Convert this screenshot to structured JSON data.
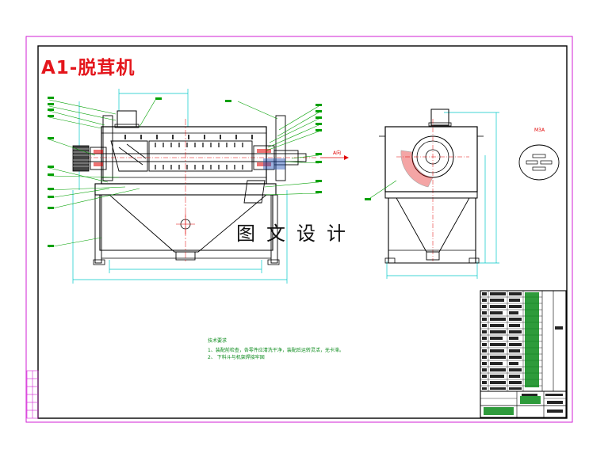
{
  "drawing": {
    "title": "A1-脱茸机",
    "watermark": "图文设计"
  },
  "colors": {
    "frame": "#d21fd6",
    "border": "#000000",
    "title": "#e4161c",
    "dimension": "#00c8c8",
    "leader": "#00a000",
    "centerline": "#e00000",
    "hatch": "#e00000",
    "notes": "#0a8a1a"
  },
  "tech_notes": {
    "heading": "技术要求",
    "lines": [
      "1、装配前检查，各零件应清洗干净，装配后运转灵活，无卡滞。",
      "2、 下料斗与机架焊接牢固"
    ]
  },
  "labels": {
    "direction_mark": "A向",
    "section_mark": "M3A"
  }
}
